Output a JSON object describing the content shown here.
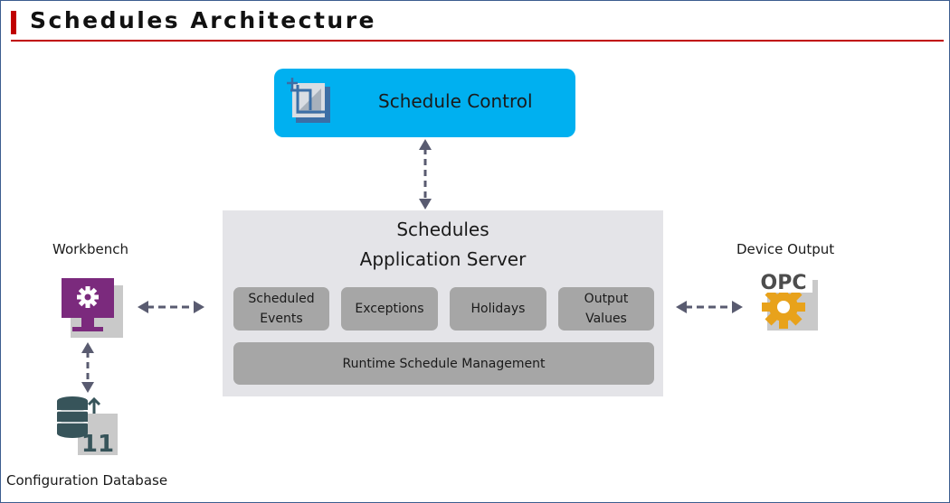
{
  "header": {
    "title": "Schedules Architecture"
  },
  "schedule_control": {
    "label": "Schedule Control"
  },
  "app_server": {
    "title_line1": "Schedules",
    "title_line2": "Application Server",
    "modules": [
      {
        "line1": "Scheduled",
        "line2": "Events"
      },
      {
        "line1": "Exceptions",
        "line2": ""
      },
      {
        "line1": "Holidays",
        "line2": ""
      },
      {
        "line1": "Output",
        "line2": "Values"
      }
    ],
    "runtime_label": "Runtime Schedule Management"
  },
  "workbench": {
    "label": "Workbench"
  },
  "device_output": {
    "label": "Device Output",
    "badge": "OPC"
  },
  "config_db": {
    "label": "Configuration Database",
    "badge": "11"
  },
  "colors": {
    "accent_red": "#c00000",
    "schedule_control_blue": "#00b0f0",
    "server_bg": "#e4e4e8",
    "module_gray": "#a6a6a6",
    "arrow_gray": "#595b70",
    "opc_orange": "#e8a21b",
    "workbench_purple": "#7b2a7d"
  }
}
